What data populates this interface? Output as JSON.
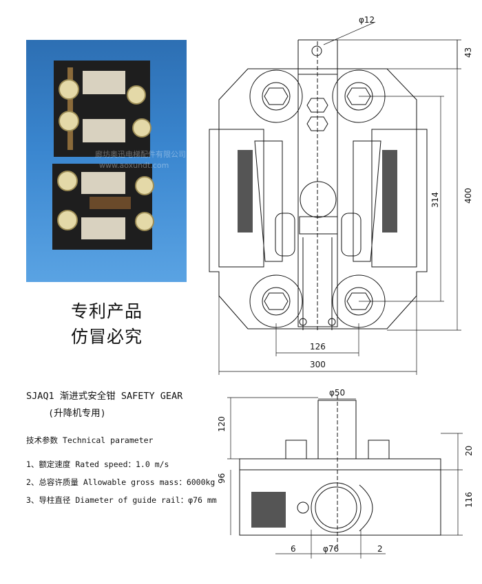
{
  "photo": {
    "watermark_cn": "廊坊奥迅电梯配件有限公司",
    "watermark_url": "www.aoxundt.com"
  },
  "patent": {
    "line1": "专利产品",
    "line2": "仿冒必究"
  },
  "spec": {
    "title": "SJAQ1 渐进式安全钳  SAFETY GEAR",
    "subtitle": "(升降机专用)",
    "param_heading": "技术参数  Technical parameter",
    "items": [
      "1、额定速度  Rated speed：1.0 m/s",
      "2、总容许质量  Allowable gross mass：6000kg",
      "3、导柱直径  Diameter of guide rail：φ76 mm"
    ]
  },
  "front_view": {
    "dim_hole": "φ12",
    "dim_top": "43",
    "dim_314": "314",
    "dim_400": "400",
    "dim_126": "126",
    "dim_300": "300"
  },
  "top_view": {
    "dim_shaft": "φ50",
    "dim_120": "120",
    "dim_20": "20",
    "dim_96": "96",
    "dim_116": "116",
    "dim_6": "6",
    "dim_rail": "φ76",
    "dim_2": "2"
  },
  "colors": {
    "photo_bg": "#3a86cf",
    "line": "#111111"
  }
}
